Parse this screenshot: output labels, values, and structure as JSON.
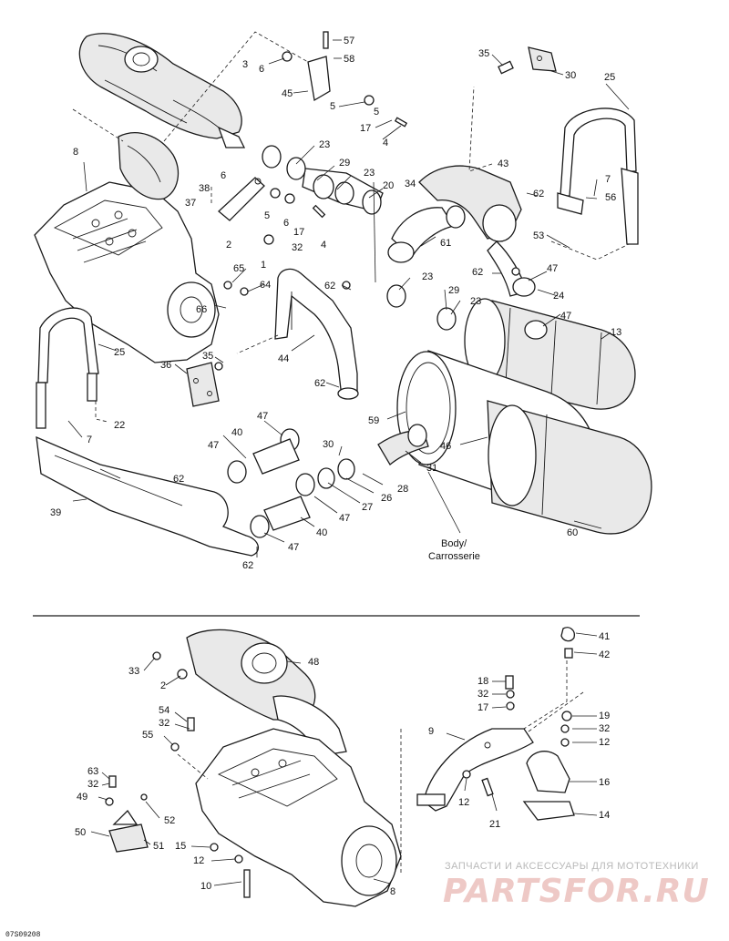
{
  "diagram_code": "07S09208",
  "body_note": {
    "line1": "Body/",
    "line2": "Carrosserie"
  },
  "watermark": {
    "tagline": "ЗАПЧАСТИ И АКСЕССУАРЫ ДЛЯ МОТОТЕХНИКИ",
    "brand": "PARTSFOR.RU"
  },
  "upper_callouts": {
    "c57": "57",
    "c58": "58",
    "c3": "3",
    "c6a": "6",
    "c45": "45",
    "c5a": "5",
    "c5b": "5",
    "c17a": "17",
    "c4a": "4",
    "c35a": "35",
    "c30a": "30",
    "c25a": "25",
    "c8a": "8",
    "c23a": "23",
    "c29a": "29",
    "c23b": "23",
    "c6b": "6",
    "c38": "38",
    "c37": "37",
    "c5c": "5",
    "c6c": "6",
    "c17b": "17",
    "c4b": "4",
    "c2a": "2",
    "c32a": "32",
    "c1": "1",
    "c20": "20",
    "c34": "34",
    "c43": "43",
    "c62a": "62",
    "c7a": "7",
    "c56": "56",
    "c53": "53",
    "c61": "61",
    "c62b": "62",
    "c47a": "47",
    "c65": "65",
    "c64": "64",
    "c66": "66",
    "c62c": "62",
    "c23c": "23",
    "c29b": "29",
    "c23d": "23",
    "c24": "24",
    "c47b": "47",
    "c13": "13",
    "c25b": "25",
    "c44": "44",
    "c35b": "35",
    "c36": "36",
    "c62d": "62",
    "c22": "22",
    "c7b": "7",
    "c59": "59",
    "c46": "46",
    "c47c": "47",
    "c40a": "40",
    "c47d": "47",
    "c30b": "30",
    "c31": "31",
    "c62e": "62",
    "c28": "28",
    "c26": "26",
    "c27": "27",
    "c47e": "47",
    "c39": "39",
    "c40b": "40",
    "c47f": "47",
    "c60": "60",
    "c62f": "62"
  },
  "lower_callouts": {
    "c41": "41",
    "c42": "42",
    "c33": "33",
    "c2b": "2",
    "c48": "48",
    "c18": "18",
    "c32b": "32",
    "c17c": "17",
    "c54": "54",
    "c32c": "32",
    "c55": "55",
    "c9": "9",
    "c19": "19",
    "c32d": "32",
    "c12a": "12",
    "c63": "63",
    "c32e": "32",
    "c49": "49",
    "c52": "52",
    "c16": "16",
    "c12b": "12",
    "c21": "21",
    "c14": "14",
    "c50": "50",
    "c51": "51",
    "c15": "15",
    "c12c": "12",
    "c10": "10",
    "c8b": "8"
  }
}
